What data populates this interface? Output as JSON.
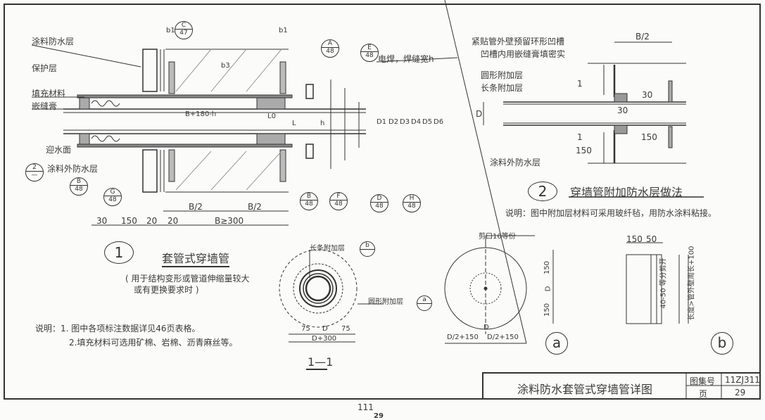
{
  "drawing1": {
    "labels": {
      "coating_layer": "涂料防水层",
      "protect_layer": "保护层",
      "fill_material": "填充材料",
      "sealant": "嵌缝膏",
      "water_face": "迎水面",
      "outer_coating": "涂料外防水层",
      "weld": "电焊，焊缝宽h"
    },
    "refs": [
      {
        "n": "C",
        "d": "47"
      },
      {
        "n": "A",
        "d": "48"
      },
      {
        "n": "E",
        "d": "48"
      },
      {
        "n": "B",
        "d": "48"
      },
      {
        "n": "G",
        "d": "48"
      },
      {
        "n": "B",
        "d": "48"
      },
      {
        "n": "F",
        "d": "48"
      },
      {
        "n": "D",
        "d": "48"
      },
      {
        "n": "H",
        "d": "48"
      },
      {
        "n": "2",
        "d": "—"
      }
    ],
    "dims": {
      "b1": "b1",
      "b3": "b3",
      "B180": "B+180-h",
      "L0": "L0",
      "L": "L",
      "h": "h",
      "half1": "B/2",
      "half2": "B/2",
      "d30": "30",
      "d150": "150",
      "d20a": "20",
      "d20b": "20",
      "B300": "B≥300",
      "D_labels": [
        "D1",
        "D2",
        "D3",
        "D4",
        "D5",
        "D6"
      ]
    },
    "number": "1",
    "title": "套管式穿墙管",
    "note_lines": [
      "( 用于结构变形或管道伸缩量较大",
      "或有更换要求时 )"
    ]
  },
  "notes": [
    "说明：1. 图中各项标注数据详见46页表格。",
    "2.填充材料可选用矿棉、岩棉、沥青麻丝等。"
  ],
  "drawing2": {
    "labels": [
      "紧贴管外壁预留环形凹槽",
      "凹槽内用嵌缝膏填密实",
      "圆形附加层",
      "长条附加层",
      "涂料外防水层"
    ],
    "dims": {
      "half": "B/2",
      "d30a": "30",
      "d30b": "30",
      "d150a": "150",
      "d150b": "150",
      "D": "D",
      "sec": "1"
    },
    "number": "2",
    "title": "穿墙管附加防水层做法",
    "note": "说明：图中附加层材料可采用玻纤毡，用防水涂料粘接。"
  },
  "section": {
    "label_b": "长条附加层",
    "ref_b": "b",
    "label_a": "圆形附加层",
    "ref_a": "a",
    "d75a": "75",
    "dD": "D",
    "d75b": "75",
    "total": "D+300",
    "title": "1—1"
  },
  "detail_a": {
    "label": "剪口16等份",
    "d150a": "150",
    "dD": "D",
    "d150b": "150",
    "half_a": "D/2+150",
    "D2": "D",
    "half_b": "D/2+150",
    "tag": "a"
  },
  "detail_b": {
    "d150": "150",
    "d50": "50",
    "v1": "40-50 等分剪开",
    "v2": "长度>管外壁周长+100",
    "tag": "b"
  },
  "title_block": {
    "title": "涂料防水套管式穿墙管详图",
    "atlas_label": "图集号",
    "atlas_no": "11ZJ311",
    "page_label": "页",
    "page_no": "29"
  },
  "footer": {
    "book_page": "111",
    "page": "29"
  }
}
